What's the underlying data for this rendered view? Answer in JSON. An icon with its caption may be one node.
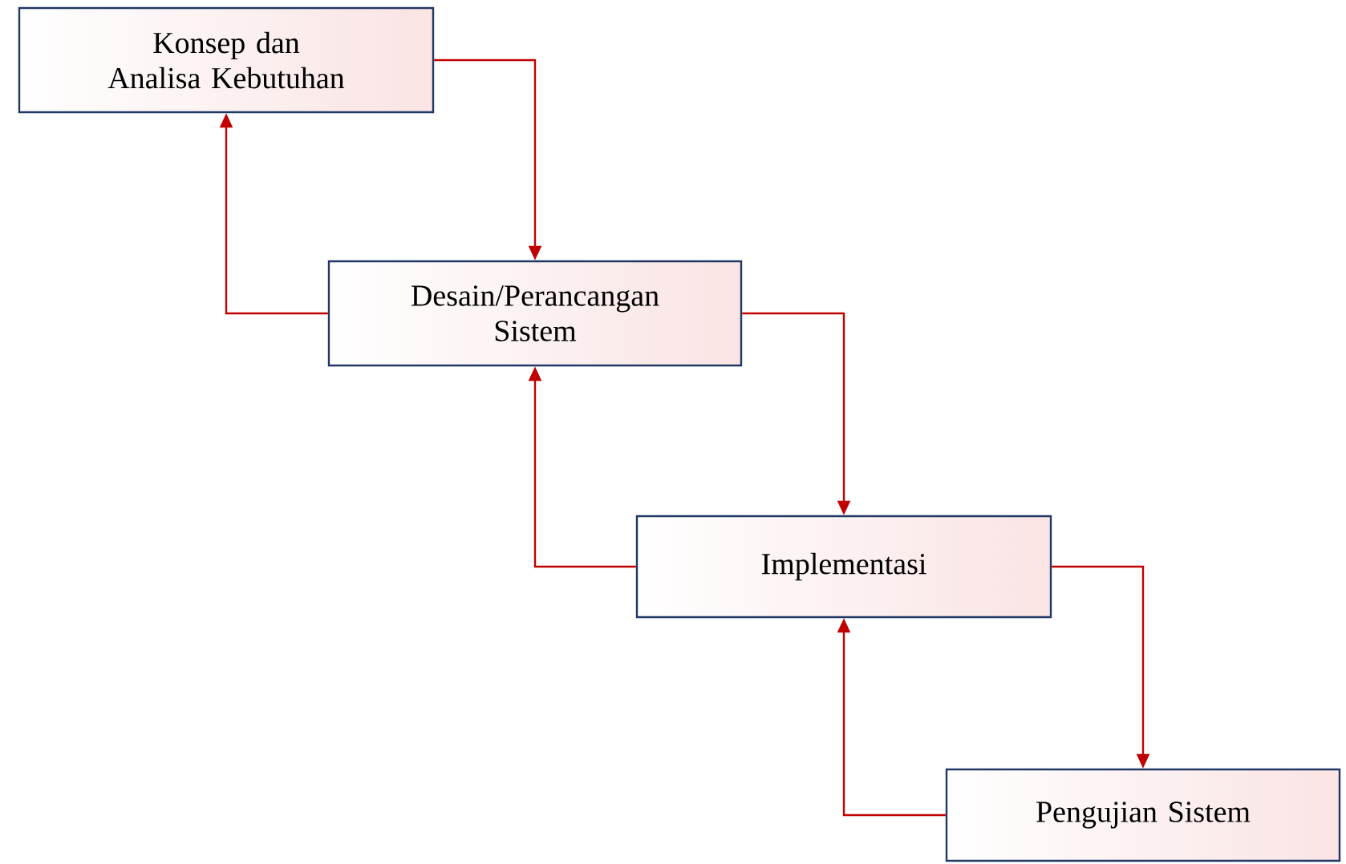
{
  "diagram": {
    "nodes": [
      {
        "text": [
          "Konsep dan Analisa Kebutuhan"
        ]
      },
      {
        "text": [
          "Desain/Perancangan Sistem"
        ]
      },
      {
        "text": [
          "Implementasi"
        ]
      },
      {
        "text": [
          "Pengujian Sistem"
        ]
      }
    ],
    "edges": [
      {
        "from": 0,
        "to": 1,
        "arrow": "to"
      },
      {
        "from": 1,
        "to": 0,
        "arrow": "to"
      },
      {
        "from": 1,
        "to": 2,
        "arrow": "to"
      },
      {
        "from": 2,
        "to": 1,
        "arrow": "to"
      },
      {
        "from": 2,
        "to": 3,
        "arrow": "to"
      },
      {
        "from": 3,
        "to": 2,
        "arrow": "to"
      }
    ]
  }
}
